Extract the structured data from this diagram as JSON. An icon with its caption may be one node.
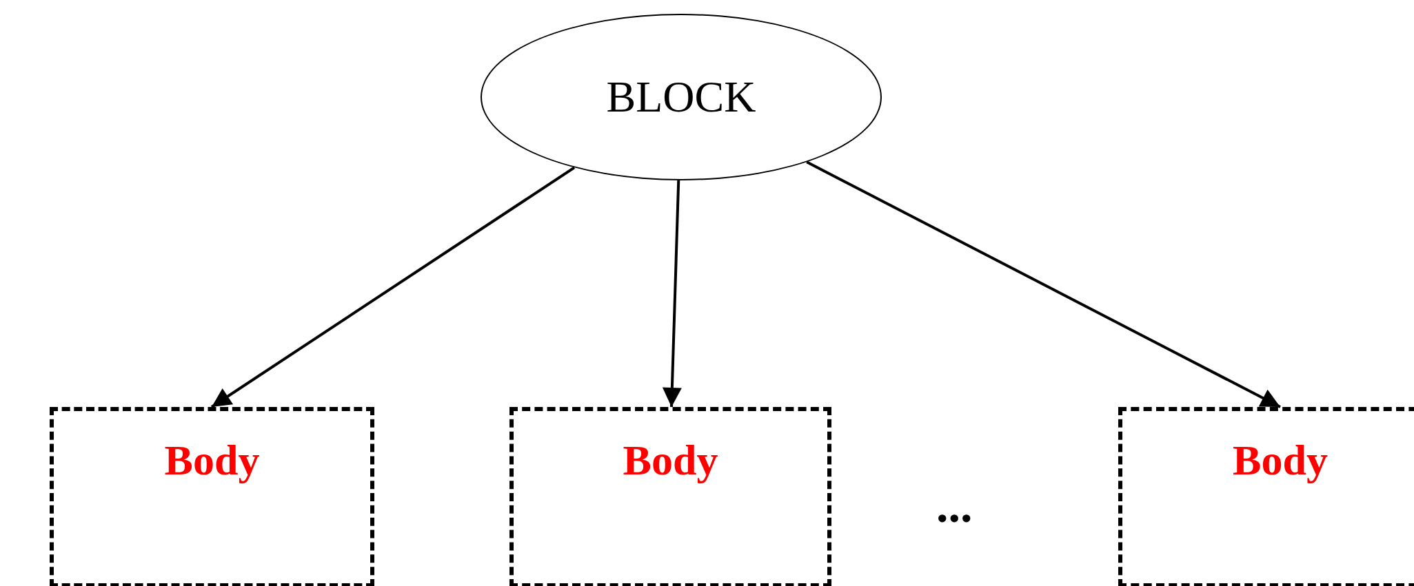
{
  "diagram": {
    "nodes": [
      {
        "text": [
          "BLOCK"
        ]
      },
      {
        "text": [
          "Body"
        ]
      },
      {
        "text": [
          "Body"
        ]
      },
      {
        "text": [
          "Body"
        ]
      }
    ],
    "edges": [
      {
        "from": 0,
        "to": 1,
        "arrow": "to"
      },
      {
        "from": 0,
        "to": 2,
        "arrow": "to"
      },
      {
        "from": 0,
        "to": 3,
        "arrow": "to"
      }
    ],
    "labels": [
      "..."
    ]
  }
}
